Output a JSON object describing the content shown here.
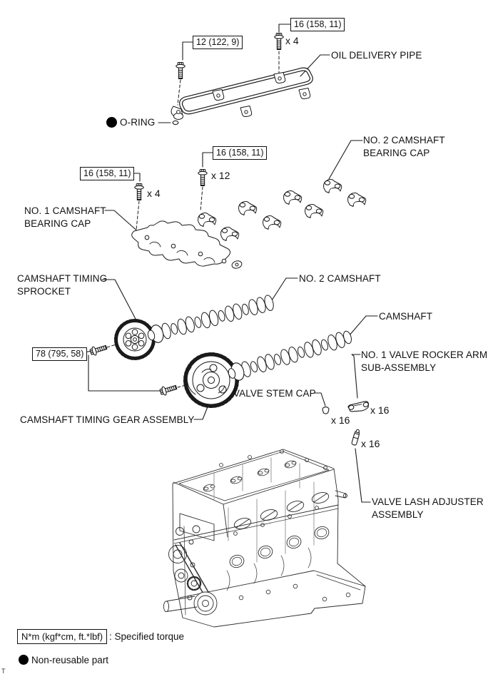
{
  "part_labels": {
    "oil_delivery_pipe": "OIL DELIVERY PIPE",
    "o_ring": "O-RING",
    "no2_camshaft_bearing_cap": {
      "line1": "NO. 2 CAMSHAFT",
      "line2": "BEARING CAP"
    },
    "no1_camshaft_bearing_cap": {
      "line1": "NO. 1 CAMSHAFT",
      "line2": "BEARING CAP"
    },
    "camshaft_timing_sprocket": {
      "line1": "CAMSHAFT TIMING",
      "line2": "SPROCKET"
    },
    "no2_camshaft": "NO. 2 CAMSHAFT",
    "camshaft": "CAMSHAFT",
    "no1_valve_rocker_arm": {
      "line1": "NO. 1 VALVE ROCKER ARM",
      "line2": "SUB-ASSEMBLY"
    },
    "valve_stem_cap": "VALVE STEM CAP",
    "camshaft_timing_gear": "CAMSHAFT TIMING GEAR ASSEMBLY",
    "valve_lash_adjuster": {
      "line1": "VALVE LASH ADJUSTER",
      "line2": "ASSEMBLY"
    }
  },
  "torque_boxes": {
    "oil_pipe_union_bolt": "12 (122, 9)",
    "oil_pipe_bolt": "16 (158, 11)",
    "no2_cap_bolt": "16 (158, 11)",
    "no1_cap_bolt": "16 (158, 11)",
    "timing_gear_bolt": "78 (795, 58)"
  },
  "quantities": {
    "oil_pipe_bolts": "x 4",
    "no2_cap_bolts": "x 12",
    "no1_cap_bolts": "x 4",
    "valve_stem_caps": "x 16",
    "rocker_arms": "x 16",
    "lash_adjusters": "x 16"
  },
  "legend": {
    "torque_units_box": "N*m (kgf*cm, ft.*lbf)",
    "torque_caption": ": Specified torque",
    "non_reusable": "Non-reusable part",
    "footnote": "T"
  },
  "colors": {
    "line": "#1a1a1a",
    "background": "#ffffff"
  }
}
